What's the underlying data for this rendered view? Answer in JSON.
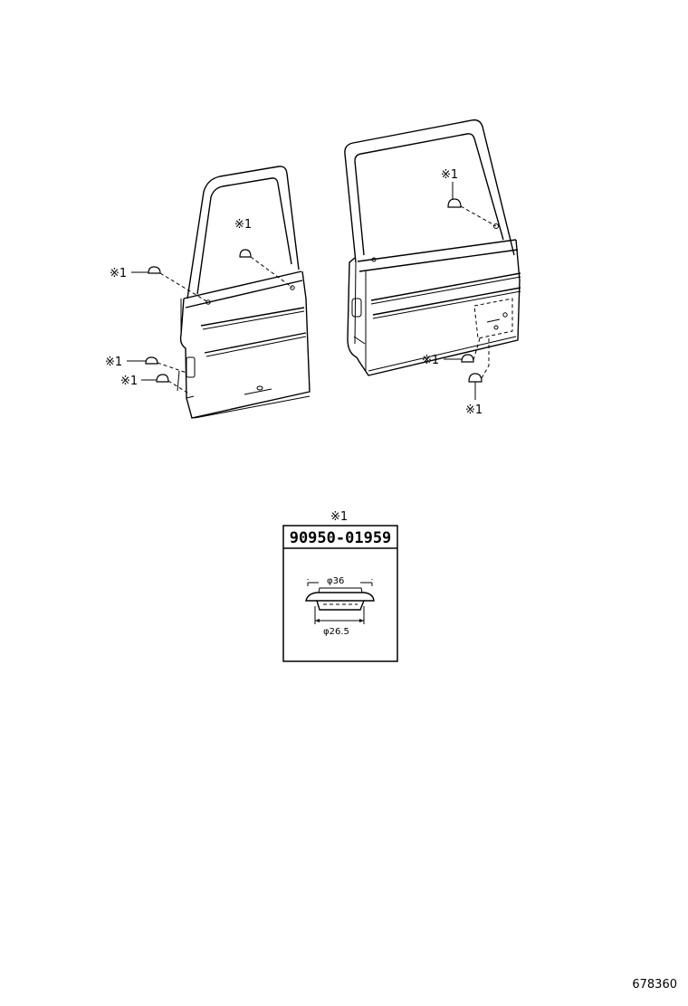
{
  "callouts": {
    "front_window": "※1",
    "front_upper_left": "※1",
    "front_lower_1": "※1",
    "front_lower_2": "※1",
    "rear_window": "※1",
    "rear_lower_left": "※1",
    "rear_bottom": "※1"
  },
  "detail": {
    "marker": "※1",
    "part_number": "90950-01959",
    "outer_diameter": "φ36",
    "inner_diameter": "φ26.5"
  },
  "catalog_number": "678360"
}
